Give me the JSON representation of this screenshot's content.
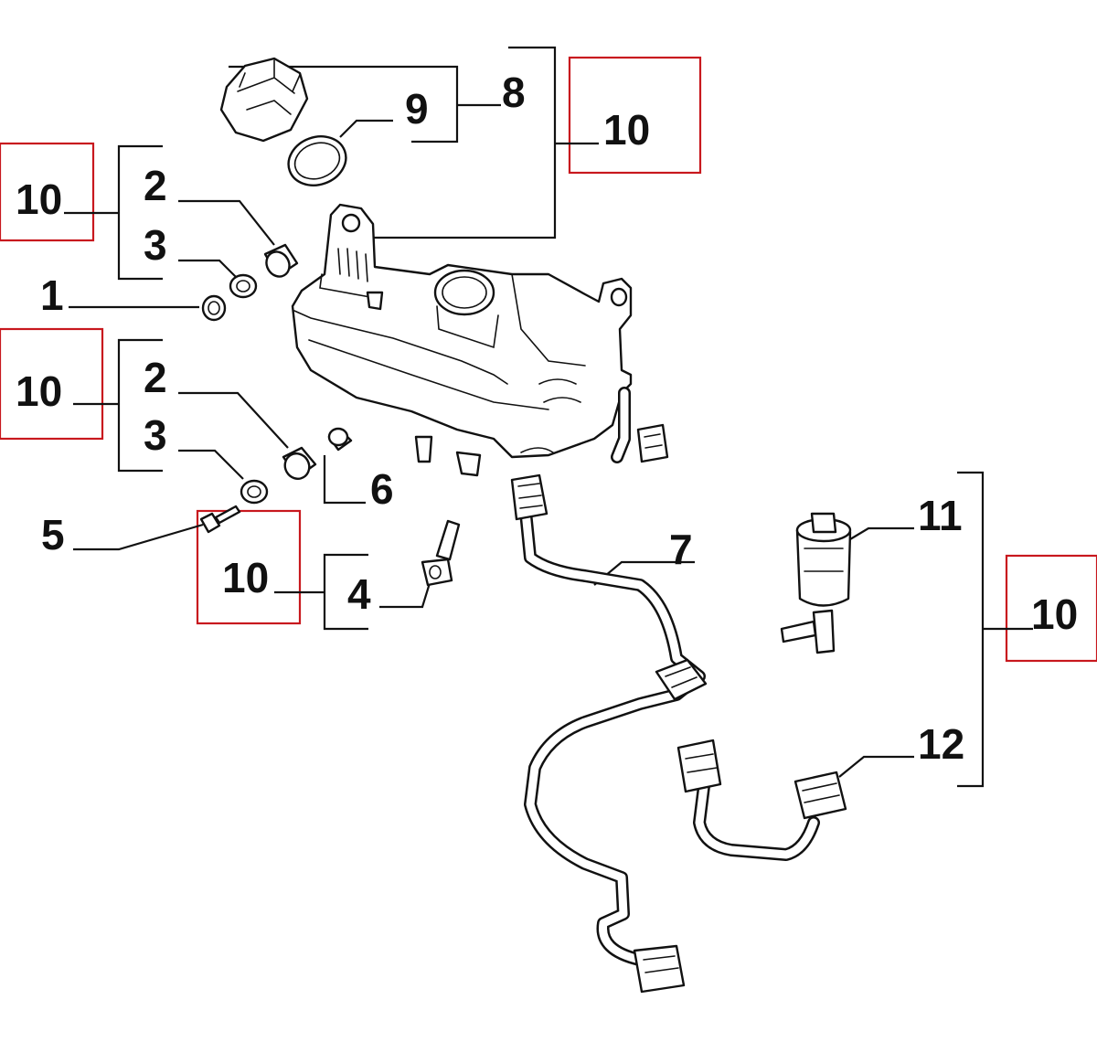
{
  "callouts": {
    "c1": "1",
    "c2a": "2",
    "c3a": "3",
    "c2b": "2",
    "c3b": "3",
    "c4": "4",
    "c5": "5",
    "c6": "6",
    "c7": "7",
    "c8": "8",
    "c9": "9",
    "c11": "11",
    "c12": "12"
  },
  "highlighted_callouts": {
    "h1": "10",
    "h2": "10",
    "h3": "10",
    "h4": "10",
    "h5": "10"
  },
  "colors": {
    "highlight_box": "#c8181e",
    "line": "#111111",
    "background": "#ffffff"
  },
  "parts": [
    "filler-cap-icon",
    "seal-ring-icon",
    "washer-reservoir-icon",
    "grommet-icon",
    "washer-icon",
    "plug-icon",
    "bolt-icon",
    "level-sensor-icon",
    "wiring-harness-icon",
    "washer-pump-icon",
    "pump-harness-icon"
  ]
}
